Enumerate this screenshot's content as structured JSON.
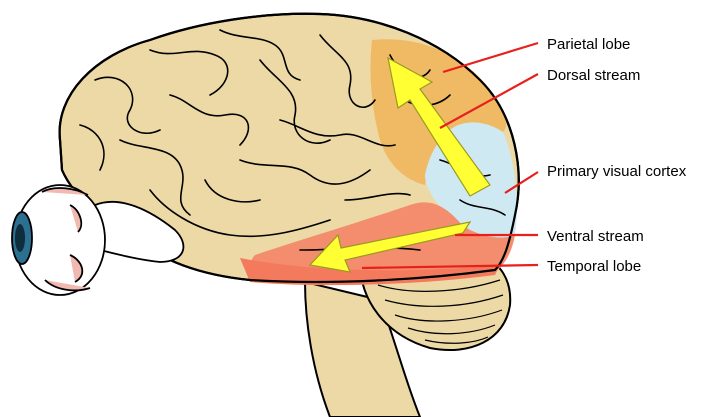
{
  "labels": {
    "parietal": "Parietal lobe",
    "dorsal": "Dorsal stream",
    "primary": "Primary visual cortex",
    "ventral": "Ventral stream",
    "temporal": "Temporal lobe"
  },
  "colors": {
    "brain": "#ecd9a6",
    "parietal_region": "#f0b860",
    "visual_cortex": "#cfe9f3",
    "temporal_region": "#f48c6e",
    "arrow": "#ffff33",
    "pointer_line": "#e8201c",
    "outline": "#000000"
  }
}
